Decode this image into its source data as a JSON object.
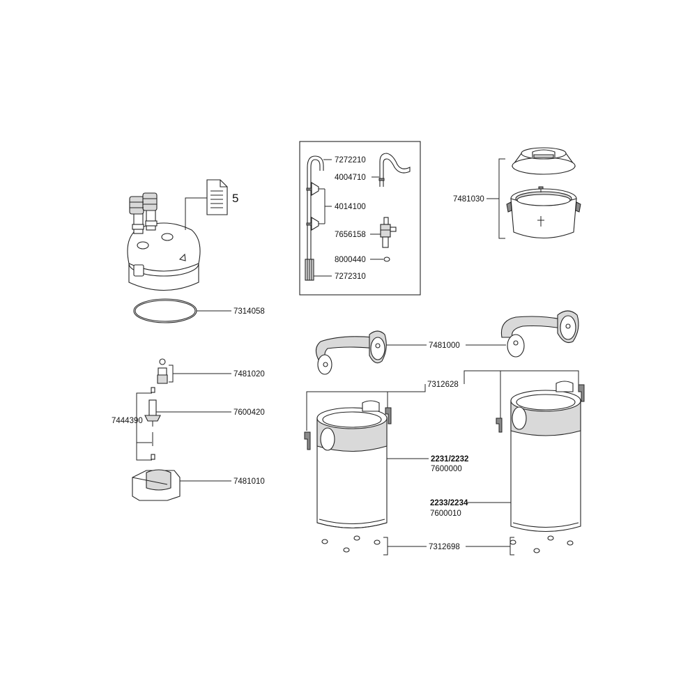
{
  "title": "",
  "parts": {
    "head": {
      "doc_number": "5",
      "doc_icon": "document-icon"
    },
    "seal_ring": {
      "number": "7314058"
    },
    "impeller": {
      "number": "7481020"
    },
    "impeller_axle_group": {
      "number": "7444390"
    },
    "impeller_shaft": {
      "number": "7600420"
    },
    "impeller_cover": {
      "number": "7481010"
    },
    "intake_pipe": {
      "number": "7272210"
    },
    "outlet_pipe": {
      "number": "4004710"
    },
    "suction_cups": {
      "number": "4014100"
    },
    "tap": {
      "number": "7656158"
    },
    "o_ring": {
      "number": "8000440"
    },
    "intake_strainer": {
      "number": "7272310"
    },
    "filter_basket": {
      "number": "7481030"
    },
    "carry_handle": {
      "number": "7481000"
    },
    "clips": {
      "number": "7312628"
    },
    "canister_small": {
      "model": "2231/2232",
      "number": "7600000"
    },
    "canister_large": {
      "model": "2233/2234",
      "number": "7600010"
    },
    "feet": {
      "number": "7312698"
    }
  }
}
